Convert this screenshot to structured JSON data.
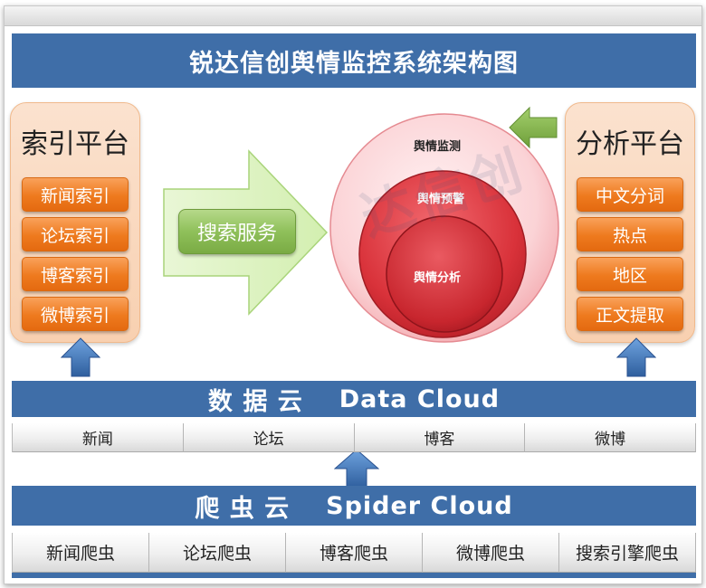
{
  "diagram": {
    "title": "锐达信创舆情监控系统架构图",
    "left_panel": {
      "title": "索引平台",
      "items": [
        "新闻索引",
        "论坛索引",
        "博客索引",
        "微博索引"
      ]
    },
    "right_panel": {
      "title": "分析平台",
      "items": [
        "中文分词",
        "热点",
        "地区",
        "正文提取"
      ]
    },
    "search_service": "搜索服务",
    "circles": {
      "outer": "舆情监测",
      "middle": "舆情预警",
      "inner": "舆情分析"
    },
    "watermark": "达信创",
    "data_cloud": {
      "cn": "数 据 云",
      "en": "Data Cloud",
      "sources": [
        "新闻",
        "论坛",
        "博客",
        "微博"
      ]
    },
    "spider_cloud": {
      "cn": "爬 虫 云",
      "en": "Spider Cloud",
      "crawlers": [
        "新闻爬虫",
        "论坛爬虫",
        "博客爬虫",
        "微博爬虫",
        "搜索引擎爬虫"
      ]
    }
  },
  "colors": {
    "bar_blue": "#3f6ea8",
    "chip_orange": "#ee7a1e",
    "panel_peach": "#f8d0b0",
    "arrow_green": "#8fc05a",
    "circle_red": "#d9323a"
  }
}
